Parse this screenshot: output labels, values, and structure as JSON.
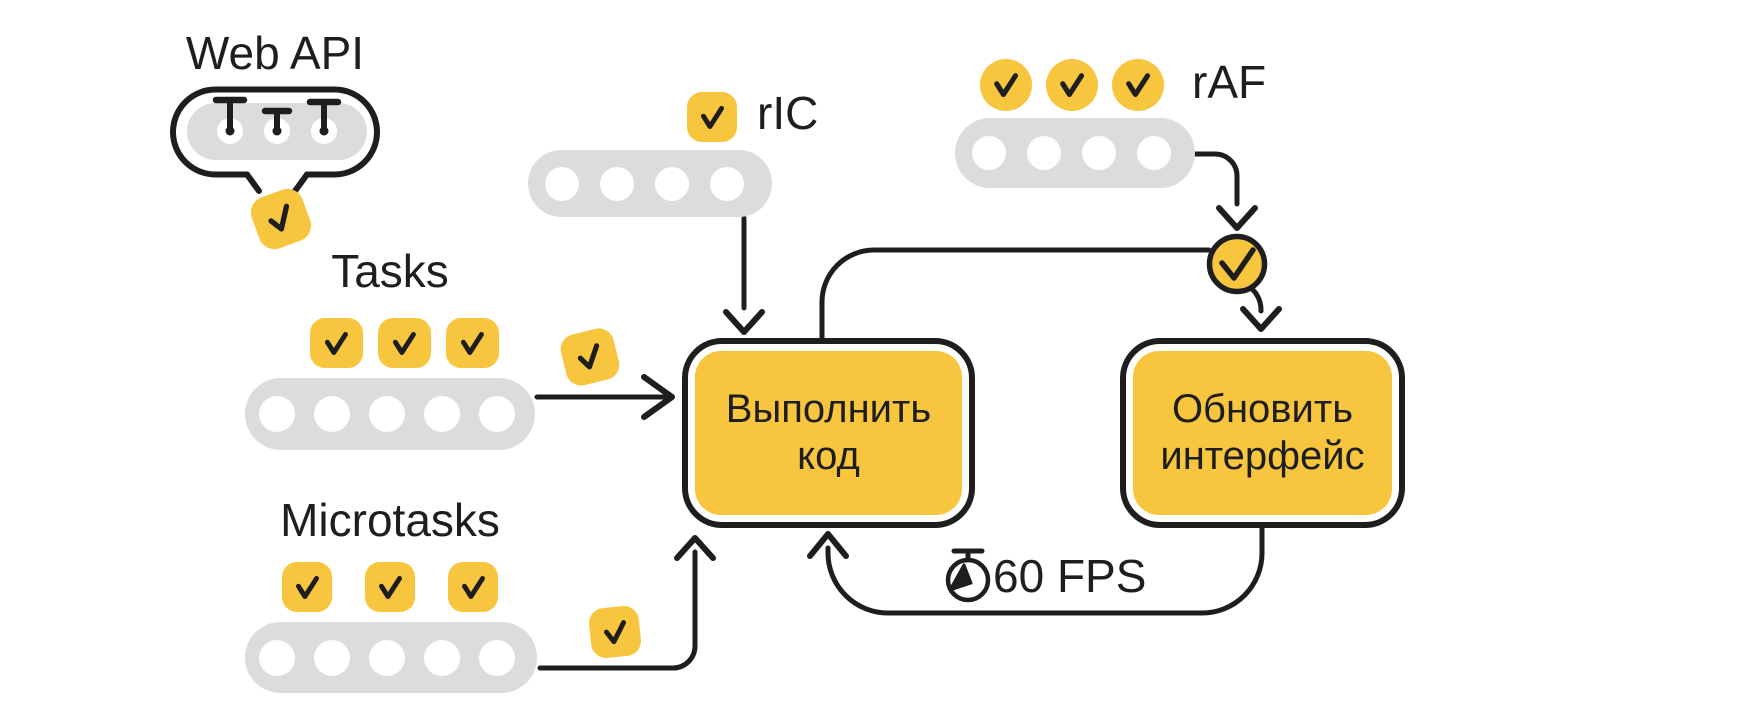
{
  "diagram": {
    "colors": {
      "yellow": "#F7C63E",
      "gray": "#DCDCDE",
      "ink": "#1E1E20",
      "background": "#FFFFFF"
    },
    "web_api": {
      "label": "Web API",
      "slot_count": 3,
      "done_count": 1
    },
    "tasks": {
      "label": "Tasks",
      "done_count": 3,
      "queue_slots": 5,
      "pending_count": 1
    },
    "microtasks": {
      "label": "Microtasks",
      "done_count": 3,
      "queue_slots": 5,
      "pending_count": 1
    },
    "ric": {
      "label": "rIC",
      "done_count": 1,
      "queue_slots": 4
    },
    "raf": {
      "label": "rAF",
      "done_count": 3,
      "queue_slots": 4
    },
    "execute_box": {
      "label": "Выполнить код",
      "line1": "Выполнить",
      "line2": "код"
    },
    "update_box": {
      "label": "Обновить интерфейс",
      "line1": "Обновить",
      "line2": "интерфейс"
    },
    "fps_label": "60 FPS",
    "icons": {
      "check": "check-icon",
      "stopwatch": "stopwatch-icon",
      "web_api_slots": "plug-icon"
    }
  }
}
